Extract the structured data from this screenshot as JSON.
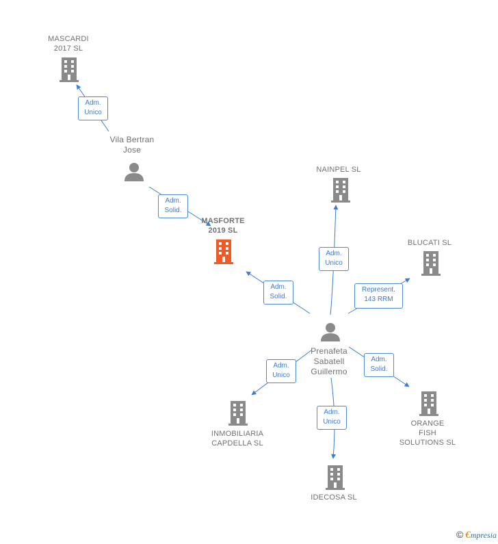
{
  "colors": {
    "edge": "#3a7bd5",
    "building": "#8a8a8a",
    "building_focus": "#f05a28",
    "person": "#8a8a8a"
  },
  "nodes": {
    "mascardi": {
      "type": "company",
      "lines": [
        "MASCARDI",
        "2017  SL"
      ]
    },
    "vila": {
      "type": "person",
      "lines": [
        "Vila Bertran",
        "Jose"
      ]
    },
    "masforte": {
      "type": "company",
      "focus": true,
      "lines": [
        "MASFORTE",
        "2019  SL"
      ]
    },
    "nainpel": {
      "type": "company",
      "lines": [
        "NAINPEL SL"
      ]
    },
    "blucati": {
      "type": "company",
      "lines": [
        "BLUCATI  SL"
      ]
    },
    "prenafeta": {
      "type": "person",
      "lines": [
        "Prenafeta",
        "Sabatell",
        "Guillermo"
      ]
    },
    "inmobiliaria": {
      "type": "company",
      "lines": [
        "INMOBILIARIA",
        "CAPDELLA SL"
      ]
    },
    "idecosa": {
      "type": "company",
      "lines": [
        "IDECOSA SL"
      ]
    },
    "orange": {
      "type": "company",
      "lines": [
        "ORANGE",
        "FISH",
        "SOLUTIONS SL"
      ]
    }
  },
  "edges": {
    "vila_mascardi": {
      "lines": [
        "Adm.",
        "Unico"
      ]
    },
    "vila_masforte": {
      "lines": [
        "Adm.",
        "Solid."
      ]
    },
    "prenafeta_masforte": {
      "lines": [
        "Adm.",
        "Solid."
      ]
    },
    "prenafeta_nainpel": {
      "lines": [
        "Adm.",
        "Unico"
      ]
    },
    "prenafeta_blucati": {
      "lines": [
        "Represent.",
        "143 RRM"
      ]
    },
    "prenafeta_inmobiliaria": {
      "lines": [
        "Adm.",
        "Unico"
      ]
    },
    "prenafeta_idecosa": {
      "lines": [
        "Adm.",
        "Unico"
      ]
    },
    "prenafeta_orange": {
      "lines": [
        "Adm.",
        "Solid."
      ]
    }
  },
  "footer": {
    "symbol": "©",
    "brand_initial": "€",
    "brand_rest": "mpresia"
  }
}
